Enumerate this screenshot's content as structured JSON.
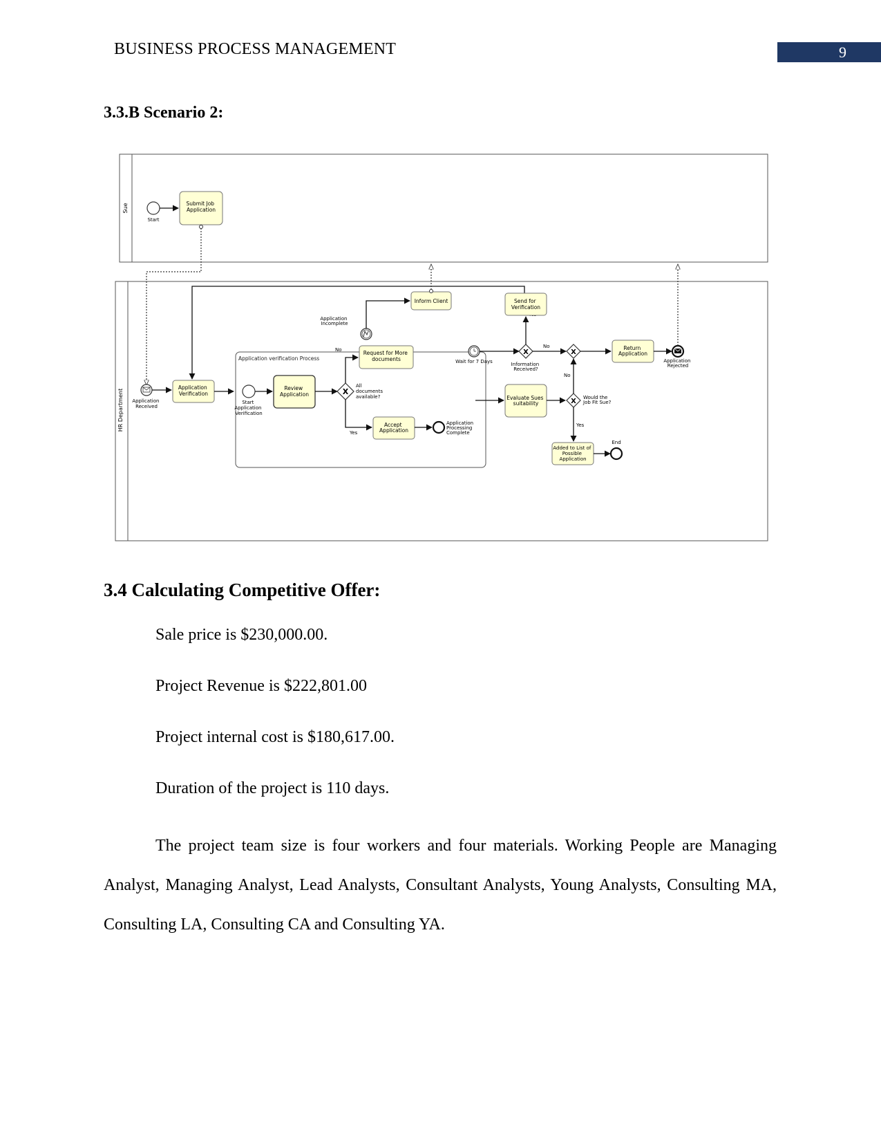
{
  "header": {
    "running_head": "BUSINESS PROCESS MANAGEMENT",
    "page_number": "9"
  },
  "scenario_heading": "3.3.B Scenario 2:",
  "diagram": {
    "pool_top_label": "Sue",
    "pool_bottom_label": "HR Department",
    "subprocess_label": "Application verification Process",
    "nodes": {
      "start": "Start",
      "submit_job": [
        "Submit Job",
        "Application"
      ],
      "app_received": [
        "Application",
        "Received"
      ],
      "app_verification": [
        "Application",
        "Verification"
      ],
      "start_app_verif": [
        "Start",
        "Application",
        "Verification"
      ],
      "review_app": [
        "Review",
        "Application"
      ],
      "all_docs": [
        "All",
        "documents",
        "available?"
      ],
      "request_docs": [
        "Request for More",
        "documents"
      ],
      "accept_app": [
        "Accept",
        "Application"
      ],
      "app_processing": [
        "Application",
        "Processing",
        "Complete"
      ],
      "app_incomplete": [
        "Application",
        "Incomplete"
      ],
      "inform_client": "Inform Client",
      "wait_7_days": "Wait for 7 Days",
      "send_verification": [
        "Send for",
        "Verification"
      ],
      "info_received": [
        "Information",
        "Received?"
      ],
      "evaluate_sue": [
        "Evaluate Sues",
        "suitability"
      ],
      "would_job_fit": [
        "Would the",
        "Job Fit Sue?"
      ],
      "return_app": [
        "Return",
        "Application"
      ],
      "app_rejected": [
        "Application",
        "Rejected"
      ],
      "added_to_list": [
        "Added to List of",
        "Possible",
        "Application"
      ],
      "end": "End"
    },
    "edge_labels": {
      "no": "No",
      "yes": "Yes"
    }
  },
  "section_heading": "3.4 Calculating Competitive Offer:",
  "lines": {
    "sale_price": "Sale price is $230,000.00.",
    "project_revenue": "Project Revenue is $222,801.00",
    "internal_cost": "Project internal cost is $180,617.00.",
    "duration": "Duration of the project is 110 days."
  },
  "team_paragraph": "The project team size is four workers and four materials. Working People are Managing Analyst, Managing Analyst, Lead Analysts, Consultant Analysts, Young Analysts, Consulting MA, Consulting LA, Consulting CA and Consulting YA."
}
